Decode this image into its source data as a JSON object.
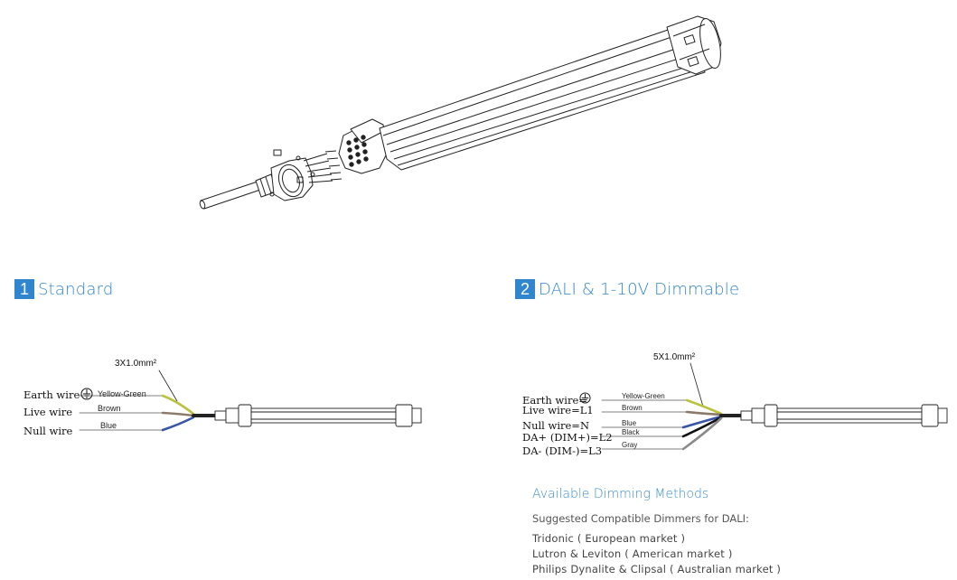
{
  "sections": [
    {
      "number": "1",
      "title": "Standard",
      "cable_spec": "3X1.0mm²",
      "wires": [
        {
          "label": "Earth wire",
          "color_name": "Yellow-Green",
          "color": "#b9c23c"
        },
        {
          "label": "Live wire",
          "color_name": "Brown",
          "color": "#8a7a6a"
        },
        {
          "label": "Null wire",
          "color_name": "Blue",
          "color": "#3a54a8"
        }
      ]
    },
    {
      "number": "2",
      "title": "DALI & 1-10V Dimmable",
      "cable_spec": "5X1.0mm²",
      "wires": [
        {
          "label": "Earth wire=",
          "color_name": "Yellow-Green",
          "color": "#b9c23c"
        },
        {
          "label": "Live wire=L1",
          "color_name": "Brown",
          "color": "#8a7a6a"
        },
        {
          "label": "Null wire=N",
          "color_name": "Blue",
          "color": "#3a54a8"
        },
        {
          "label": "DA+ (DIM+)=L2",
          "color_name": "Black",
          "color": "#111111"
        },
        {
          "label": "DA-  (DIM-)=L3",
          "color_name": "Gray",
          "color": "#8a8a8a"
        }
      ]
    }
  ],
  "dimming": {
    "heading": "Available Dimming Methods",
    "subheading": "Suggested Compatible Dimmers for DALI:",
    "items": [
      "Tridonic  ( European market )",
      "Lutron & Leviton  ( American market )",
      "Philips Dynalite & Clipsal  ( Australian market )"
    ]
  },
  "icons": {
    "earth": "ground-symbol-icon"
  },
  "colors": {
    "accent": "#2f86cf"
  }
}
